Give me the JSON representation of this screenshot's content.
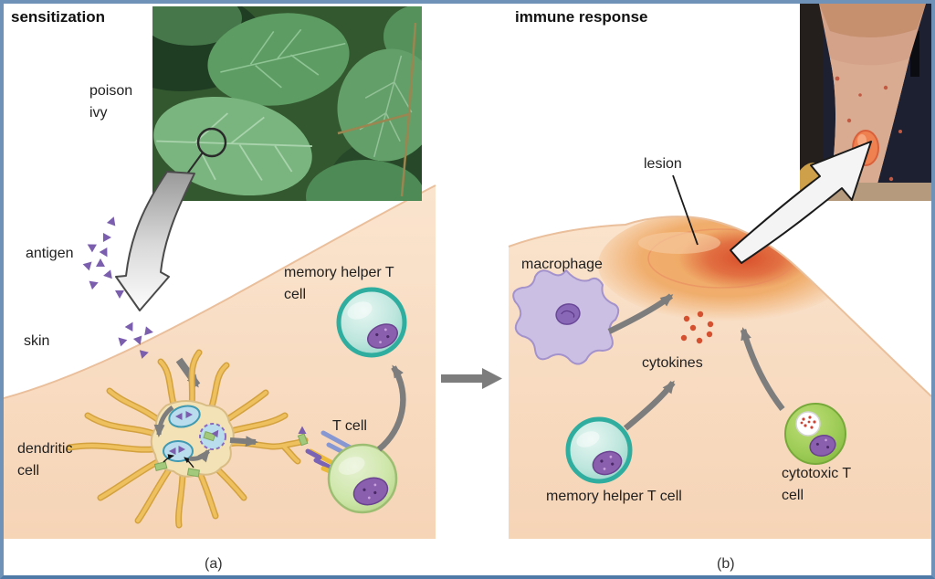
{
  "panel_a": {
    "title": "sensitization",
    "caption": "(a)",
    "labels": {
      "poison_ivy": "poison ivy",
      "antigen": "antigen",
      "skin": "skin",
      "dendritic_cell": "dendritic cell",
      "memory_helper_t_cell": "memory helper T cell",
      "t_cell": "T cell"
    }
  },
  "panel_b": {
    "title": "immune response",
    "caption": "(b)",
    "labels": {
      "lesion": "lesion",
      "macrophage": "macrophage",
      "cytokines": "cytokines",
      "memory_helper_t_cell": "memory helper T cell",
      "cytotoxic_t_cell": "cytotoxic T cell"
    }
  },
  "colors": {
    "frame_border": "#6f92b8",
    "skin": "#f8dbc2",
    "lesion_red": "#d94f2b",
    "lesion_orange": "#efa863",
    "dendritic_yellow": "#eec05e",
    "t_cell_green": "#cde6a8",
    "memory_teal": "#2fae9f",
    "cytotoxic_green": "#8bc04a",
    "macrophage_purple": "#cbbfe4",
    "antigen_purple": "#7b5fae",
    "cytokine_red": "#d4502f",
    "arrow_gray": "#7d7d7d"
  }
}
